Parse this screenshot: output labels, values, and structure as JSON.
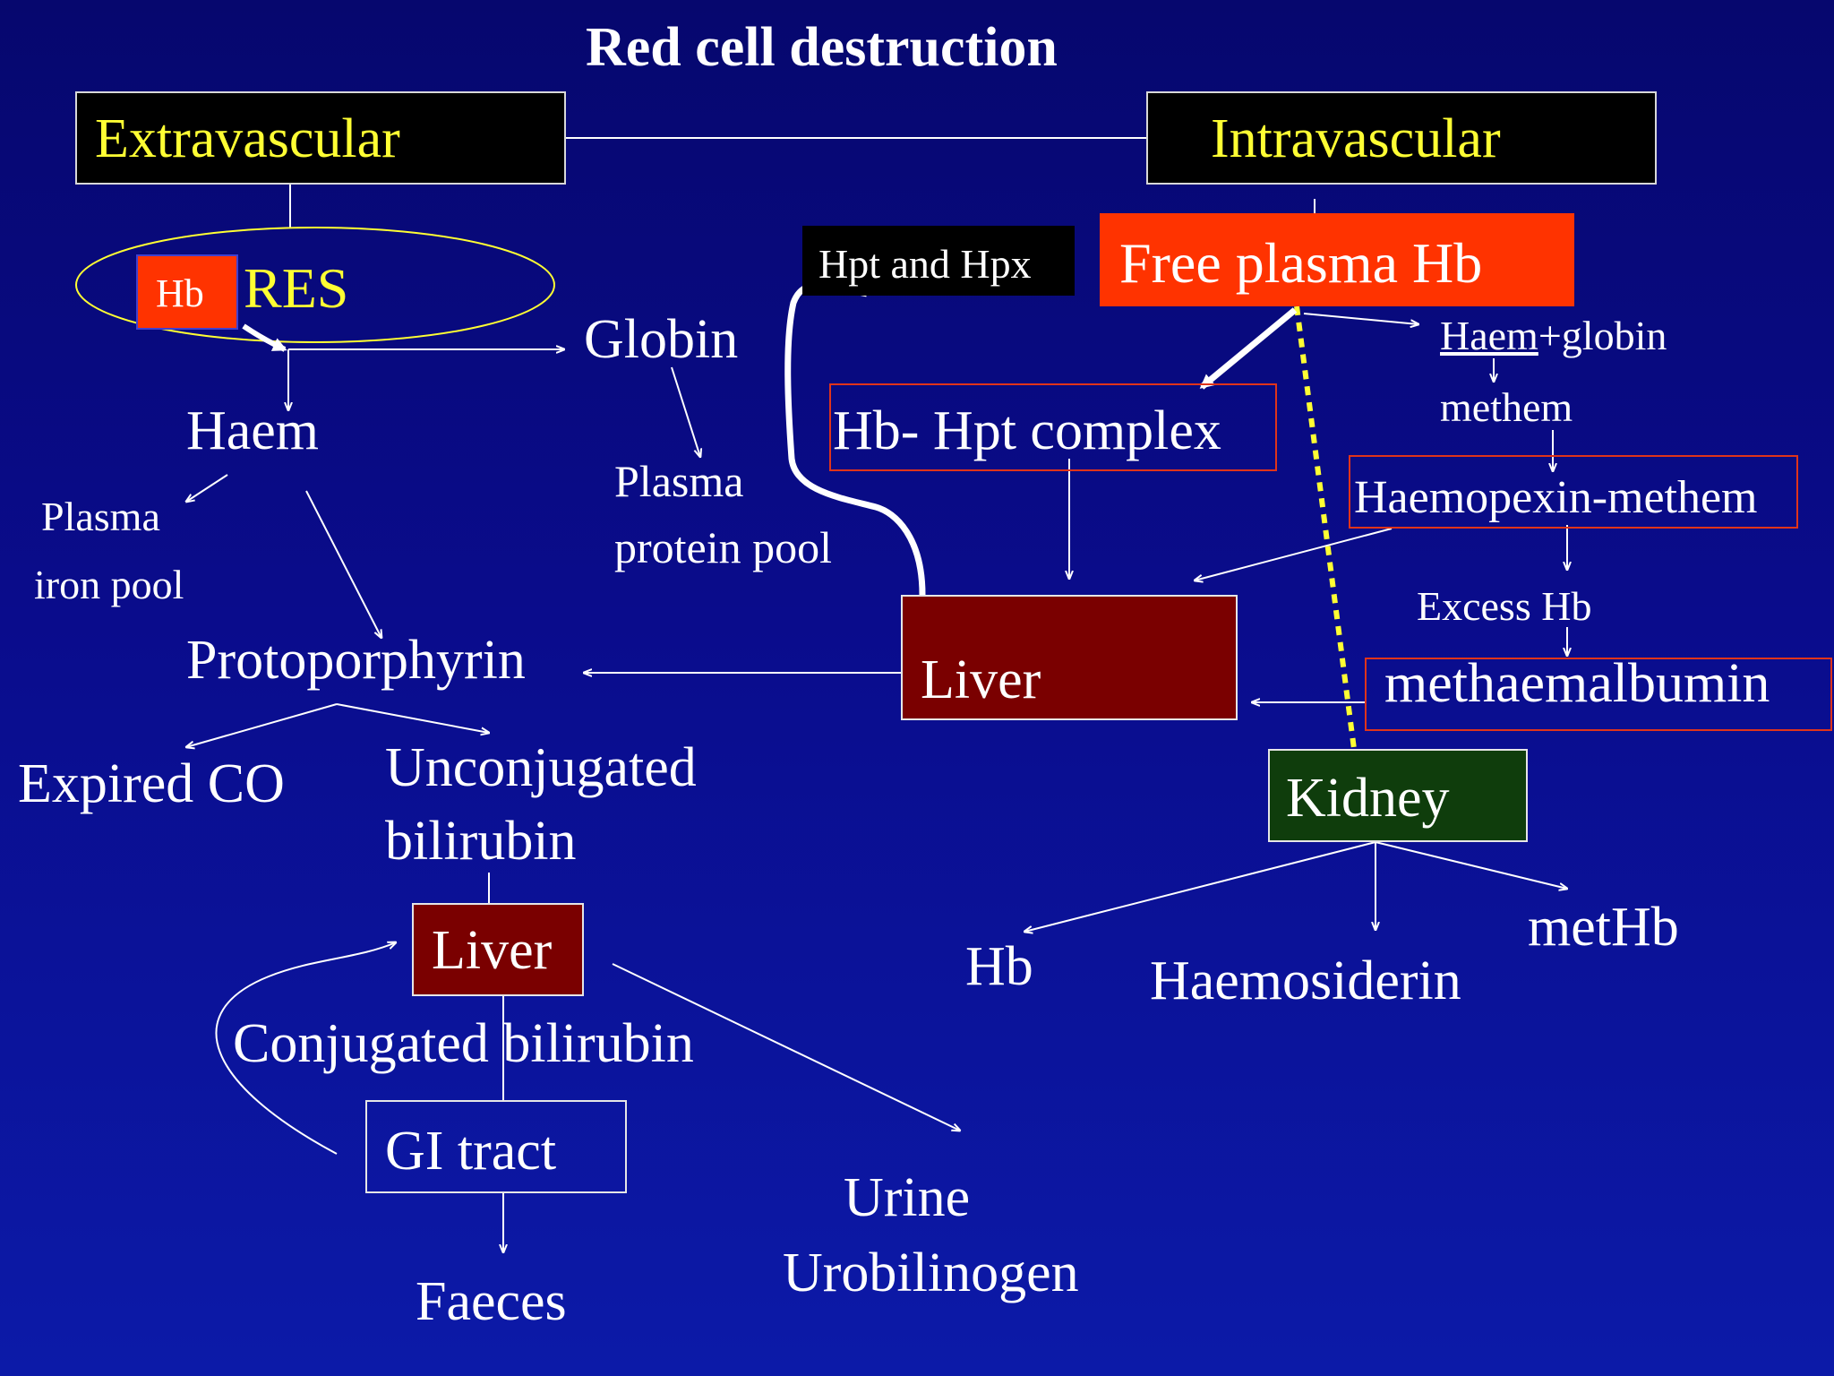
{
  "title": "Red cell destruction",
  "extravascular": "Extravascular",
  "intravascular": "Intravascular",
  "hb_small": "Hb",
  "res": "RES",
  "globin": "Globin",
  "haem": "Haem",
  "plasma_iron_pool": [
    "Plasma",
    "iron pool"
  ],
  "plasma_protein_pool": [
    "Plasma",
    "protein pool"
  ],
  "protoporphyrin": "Protoporphyrin",
  "expired_co": "Expired CO",
  "unconjugated_bilirubin": [
    "Unconjugated",
    "bilirubin"
  ],
  "liver_lower": "Liver",
  "conjugated_bilirubin": "Conjugated bilirubin",
  "gi_tract": "GI tract",
  "faeces": "Faeces",
  "urine_urobilinogen": [
    "Urine",
    "Urobilinogen"
  ],
  "hpt_hpx": "Hpt and Hpx",
  "free_plasma_hb": "Free plasma Hb",
  "haem_globin": {
    "haem": "Haem",
    "rest": "+globin"
  },
  "methem": "methem",
  "hb_hpt_complex": "Hb- Hpt complex",
  "haemopexin_methem": "Haemopexin-methem",
  "excess_hb": "Excess Hb",
  "liver_upper": "Liver",
  "methaemalbumin": "methaemalbumin",
  "kidney": "Kidney",
  "kidney_hb": "Hb",
  "haemosiderin": "Haemosiderin",
  "methb": "metHb",
  "colors": {
    "background": "#0a0c8c",
    "yellow_text": "#ffff33",
    "free_hb_red": "#ff3300",
    "liver_maroon": "#7a0000",
    "kidney_green": "#0f3d0c",
    "outline_red": "#e0341a"
  }
}
